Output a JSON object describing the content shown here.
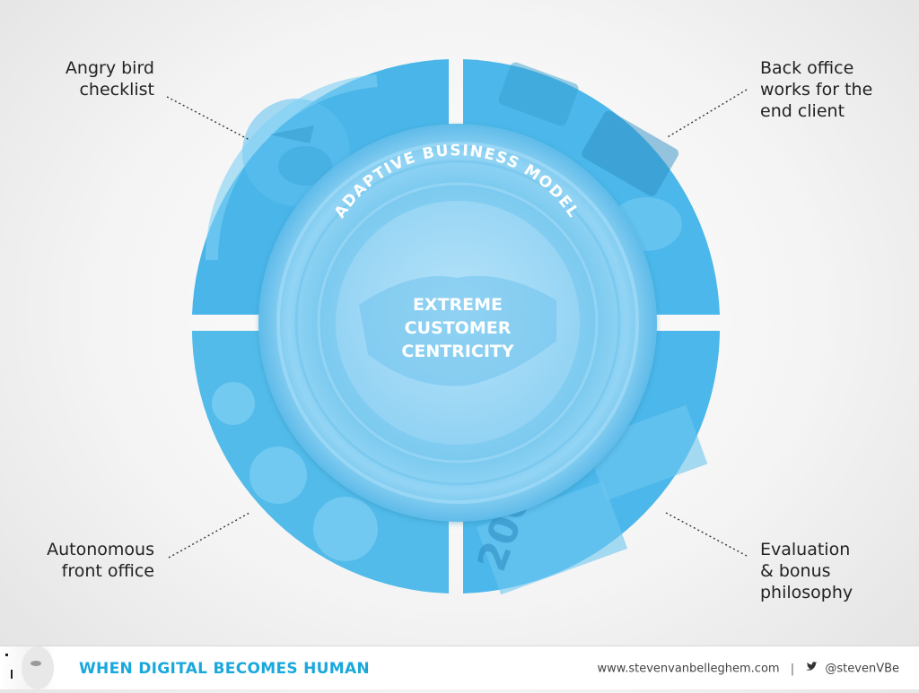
{
  "center": {
    "lines": [
      "EXTREME",
      "CUSTOMER",
      "CENTRICITY"
    ]
  },
  "ring": {
    "arc_text": "ADAPTIVE BUSINESS MODEL"
  },
  "quadrants": [
    {
      "id": "top-left",
      "label": "Angry bird\nchecklist"
    },
    {
      "id": "top-right",
      "label": "Back office\nworks for the\nend client"
    },
    {
      "id": "bottom-left",
      "label": "Autonomous\nfront office"
    },
    {
      "id": "bottom-right",
      "label": "Evaluation\n& bonus\nphilosophy"
    }
  ],
  "footer": {
    "title": "WHEN DIGITAL BECOMES HUMAN",
    "website": "www.stevenvanbelleghem.com",
    "separator": "|",
    "twitter": "@stevenVBe"
  },
  "colors": {
    "quadrant_blue": "#4cb8ea",
    "ring_blue": "#7cccf2",
    "center_blue": "#9ad8f6",
    "accent": "#1aa8dc"
  }
}
